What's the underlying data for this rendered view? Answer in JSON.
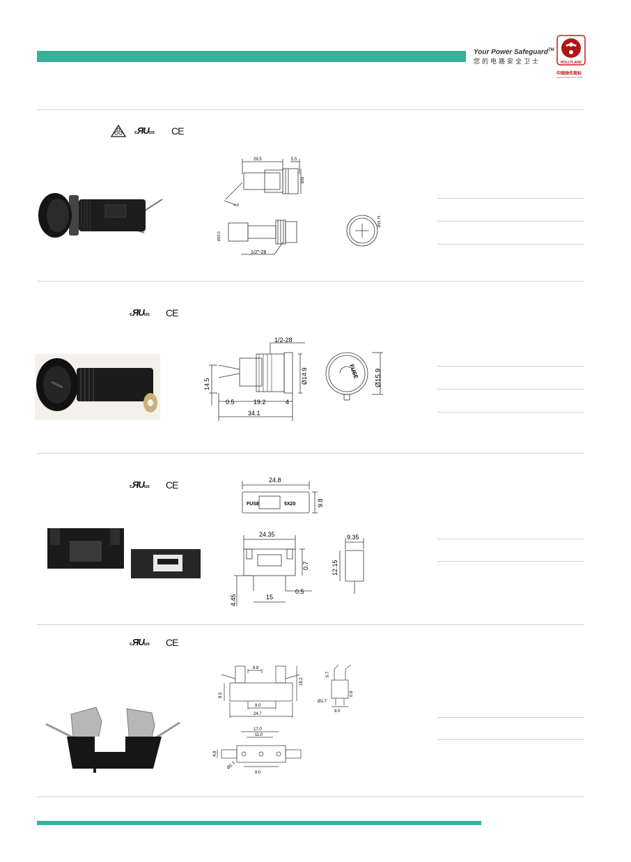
{
  "header": {
    "tagline": "Your Power Safeguard",
    "tagline_tm": "TM",
    "tagline_cn": "您的电路安全卫士",
    "logo_name_cn": "中国驰名商标",
    "logo_brand": "HOLLYLAND",
    "logo_sub": "Famous Trademark in China",
    "brand_color": "#36b29a"
  },
  "certs": {
    "ul_prefix": "c",
    "ul_mark": "ЯU",
    "ul_suffix": "us",
    "ce": "CE"
  },
  "sections": [
    {
      "dims": {
        "top_len": "29.5",
        "top_cap": "5.5",
        "top_dia": "Ø16",
        "lead": "0.8",
        "body_dia": "Ø10.0",
        "thread": "1/2\"-28",
        "cap_dia": "Ø15.75"
      }
    },
    {
      "dims": {
        "thread": "1/2-28",
        "height": "14.5",
        "lead": "0.5",
        "body": "19.2",
        "cap": "4",
        "total": "34.1",
        "nut_dia": "Ø14.9",
        "cap_dia": "Ø15.9",
        "cap_text": "FUSE"
      }
    },
    {
      "dims": {
        "cover_len": "24.8",
        "cover_h": "9.8",
        "cover_fuse": "FUSE",
        "cover_size": "5X20",
        "base_len": "24.35",
        "pin_w": "0.7",
        "pin_len": "4.45",
        "pitch": "15",
        "pin_t": "0.5",
        "side_w": "9.35",
        "side_h": "12.15"
      }
    },
    {
      "dims": {
        "clip_w": "8.8",
        "height": "8.5",
        "total_h": "18.2",
        "pitch": "9.0",
        "total": "24.7",
        "side_top": "9.7",
        "hole": "Ø1.7",
        "side_w": "9.0",
        "side_pin": "0.8",
        "base_w": "17.0",
        "inner": "11.0",
        "pin_h": "4.8",
        "hole2": "Ø2.1",
        "pitch2": "9.0"
      }
    }
  ]
}
